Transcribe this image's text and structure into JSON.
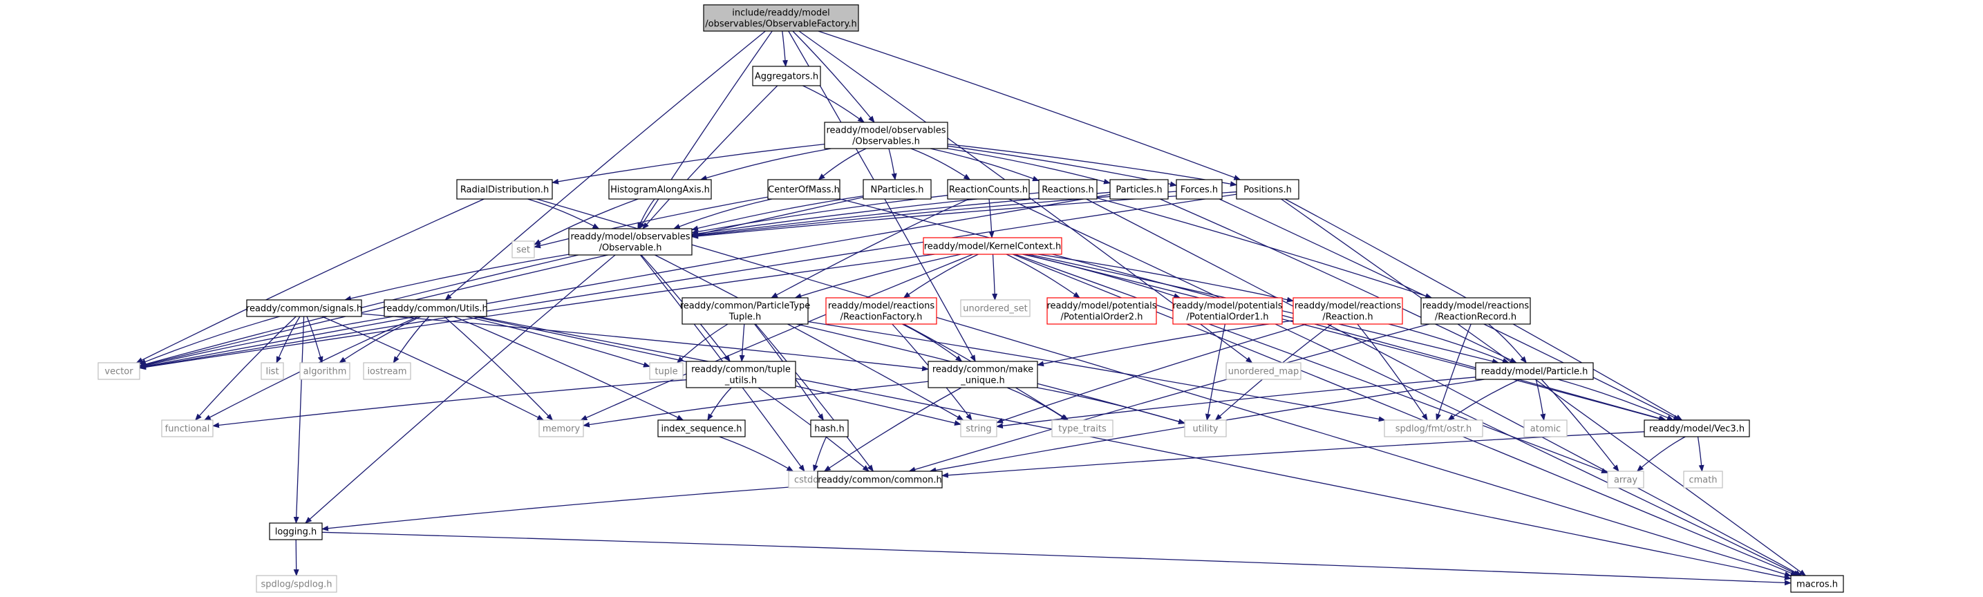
{
  "diagram": {
    "colors": {
      "edge": "#191970",
      "node_border": "#000000",
      "system_border": "#bfbfbf",
      "system_text": "#808080",
      "truncated_border": "#ff0000",
      "root_fill": "#bfbfbf",
      "node_fill": "#ffffff"
    },
    "nodes": [
      {
        "id": "root",
        "kind": "root",
        "lines": [
          "include/readdy/model",
          "/observables/ObservableFactory.h"
        ]
      },
      {
        "id": "aggregators",
        "kind": "normal",
        "lines": [
          "Aggregators.h"
        ]
      },
      {
        "id": "observables",
        "kind": "normal",
        "lines": [
          "readdy/model/observables",
          "/Observables.h"
        ]
      },
      {
        "id": "radialdist",
        "kind": "normal",
        "lines": [
          "RadialDistribution.h"
        ]
      },
      {
        "id": "histogram",
        "kind": "normal",
        "lines": [
          "HistogramAlongAxis.h"
        ]
      },
      {
        "id": "centerofmass",
        "kind": "normal",
        "lines": [
          "CenterOfMass.h"
        ]
      },
      {
        "id": "nparticles",
        "kind": "normal",
        "lines": [
          "NParticles.h"
        ]
      },
      {
        "id": "reactioncounts",
        "kind": "normal",
        "lines": [
          "ReactionCounts.h"
        ]
      },
      {
        "id": "reactions",
        "kind": "normal",
        "lines": [
          "Reactions.h"
        ]
      },
      {
        "id": "particles",
        "kind": "normal",
        "lines": [
          "Particles.h"
        ]
      },
      {
        "id": "forces",
        "kind": "normal",
        "lines": [
          "Forces.h"
        ]
      },
      {
        "id": "positions",
        "kind": "normal",
        "lines": [
          "Positions.h"
        ]
      },
      {
        "id": "observable",
        "kind": "normal",
        "lines": [
          "readdy/model/observables",
          "/Observable.h"
        ]
      },
      {
        "id": "set",
        "kind": "system",
        "lines": [
          "set"
        ]
      },
      {
        "id": "kernelcontext",
        "kind": "truncated",
        "lines": [
          "readdy/model/KernelContext.h"
        ]
      },
      {
        "id": "signals",
        "kind": "normal",
        "lines": [
          "readdy/common/signals.h"
        ]
      },
      {
        "id": "utils",
        "kind": "normal",
        "lines": [
          "readdy/common/Utils.h"
        ]
      },
      {
        "id": "particletypetuple",
        "kind": "normal",
        "lines": [
          "readdy/common/ParticleType",
          "Tuple.h"
        ]
      },
      {
        "id": "reactionfactory",
        "kind": "truncated",
        "lines": [
          "readdy/model/reactions",
          "/ReactionFactory.h"
        ]
      },
      {
        "id": "unordered_set",
        "kind": "system",
        "lines": [
          "unordered_set"
        ]
      },
      {
        "id": "potential2",
        "kind": "truncated",
        "lines": [
          "readdy/model/potentials",
          "/PotentialOrder2.h"
        ]
      },
      {
        "id": "potential1",
        "kind": "truncated",
        "lines": [
          "readdy/model/potentials",
          "/PotentialOrder1.h"
        ]
      },
      {
        "id": "reaction",
        "kind": "truncated",
        "lines": [
          "readdy/model/reactions",
          "/Reaction.h"
        ]
      },
      {
        "id": "reactionrecord",
        "kind": "normal",
        "lines": [
          "readdy/model/reactions",
          "/ReactionRecord.h"
        ]
      },
      {
        "id": "vector",
        "kind": "system",
        "lines": [
          "vector"
        ]
      },
      {
        "id": "list",
        "kind": "system",
        "lines": [
          "list"
        ]
      },
      {
        "id": "algorithm",
        "kind": "system",
        "lines": [
          "algorithm"
        ]
      },
      {
        "id": "iostream",
        "kind": "system",
        "lines": [
          "iostream"
        ]
      },
      {
        "id": "tuple",
        "kind": "system",
        "lines": [
          "tuple"
        ]
      },
      {
        "id": "make_unique",
        "kind": "normal",
        "lines": [
          "readdy/common/make",
          "_unique.h"
        ]
      },
      {
        "id": "tuple_utils",
        "kind": "normal",
        "lines": [
          "readdy/common/tuple",
          "_utils.h"
        ]
      },
      {
        "id": "unordered_map",
        "kind": "system",
        "lines": [
          "unordered_map"
        ]
      },
      {
        "id": "particle",
        "kind": "normal",
        "lines": [
          "readdy/model/Particle.h"
        ]
      },
      {
        "id": "functional",
        "kind": "system",
        "lines": [
          "functional"
        ]
      },
      {
        "id": "memory",
        "kind": "system",
        "lines": [
          "memory"
        ]
      },
      {
        "id": "index_sequence",
        "kind": "normal",
        "lines": [
          "index_sequence.h"
        ]
      },
      {
        "id": "hash",
        "kind": "normal",
        "lines": [
          "hash.h"
        ]
      },
      {
        "id": "string",
        "kind": "system",
        "lines": [
          "string"
        ]
      },
      {
        "id": "type_traits",
        "kind": "system",
        "lines": [
          "type_traits"
        ]
      },
      {
        "id": "utility",
        "kind": "system",
        "lines": [
          "utility"
        ]
      },
      {
        "id": "ostr",
        "kind": "system",
        "lines": [
          "spdlog/fmt/ostr.h"
        ]
      },
      {
        "id": "atomic",
        "kind": "system",
        "lines": [
          "atomic"
        ]
      },
      {
        "id": "vec3",
        "kind": "normal",
        "lines": [
          "readdy/model/Vec3.h"
        ]
      },
      {
        "id": "cstddef",
        "kind": "system",
        "lines": [
          "cstddef"
        ]
      },
      {
        "id": "common",
        "kind": "normal",
        "lines": [
          "readdy/common/common.h"
        ]
      },
      {
        "id": "array",
        "kind": "system",
        "lines": [
          "array"
        ]
      },
      {
        "id": "cmath",
        "kind": "system",
        "lines": [
          "cmath"
        ]
      },
      {
        "id": "logging",
        "kind": "normal",
        "lines": [
          "logging.h"
        ]
      },
      {
        "id": "spdlog",
        "kind": "system",
        "lines": [
          "spdlog/spdlog.h"
        ]
      },
      {
        "id": "macros",
        "kind": "normal",
        "lines": [
          "macros.h"
        ]
      }
    ],
    "edges": [
      [
        "root",
        "aggregators"
      ],
      [
        "root",
        "observables"
      ],
      [
        "root",
        "observable"
      ],
      [
        "root",
        "utils"
      ],
      [
        "root",
        "make_unique"
      ],
      [
        "root",
        "positions"
      ],
      [
        "root",
        "unordered_map"
      ],
      [
        "aggregators",
        "observables"
      ],
      [
        "aggregators",
        "observable"
      ],
      [
        "observables",
        "radialdist"
      ],
      [
        "observables",
        "histogram"
      ],
      [
        "observables",
        "centerofmass"
      ],
      [
        "observables",
        "nparticles"
      ],
      [
        "observables",
        "reactioncounts"
      ],
      [
        "observables",
        "reactions"
      ],
      [
        "observables",
        "particles"
      ],
      [
        "observables",
        "forces"
      ],
      [
        "observables",
        "positions"
      ],
      [
        "radialdist",
        "observable"
      ],
      [
        "radialdist",
        "vector"
      ],
      [
        "radialdist",
        "macros"
      ],
      [
        "histogram",
        "observable"
      ],
      [
        "histogram",
        "set"
      ],
      [
        "centerofmass",
        "observable"
      ],
      [
        "centerofmass",
        "set"
      ],
      [
        "centerofmass",
        "vec3"
      ],
      [
        "nparticles",
        "observable"
      ],
      [
        "nparticles",
        "vector"
      ],
      [
        "reactioncounts",
        "observable"
      ],
      [
        "reactioncounts",
        "kernelcontext"
      ],
      [
        "reactioncounts",
        "particletypetuple"
      ],
      [
        "reactioncounts",
        "macros"
      ],
      [
        "reactions",
        "observable"
      ],
      [
        "reactions",
        "reactionrecord"
      ],
      [
        "reactions",
        "macros"
      ],
      [
        "particles",
        "observable"
      ],
      [
        "particles",
        "vector"
      ],
      [
        "particles",
        "particle"
      ],
      [
        "forces",
        "observable"
      ],
      [
        "forces",
        "vec3"
      ],
      [
        "positions",
        "observable"
      ],
      [
        "positions",
        "vector"
      ],
      [
        "positions",
        "vec3"
      ],
      [
        "positions",
        "macros"
      ],
      [
        "observable",
        "signals"
      ],
      [
        "observable",
        "vector"
      ],
      [
        "observable",
        "logging"
      ],
      [
        "observable",
        "string"
      ],
      [
        "observable",
        "tuple_utils"
      ],
      [
        "observable",
        "cstddef"
      ],
      [
        "kernelcontext",
        "particletypetuple"
      ],
      [
        "kernelcontext",
        "reactionfactory"
      ],
      [
        "kernelcontext",
        "unordered_set"
      ],
      [
        "kernelcontext",
        "potential2"
      ],
      [
        "kernelcontext",
        "potential1"
      ],
      [
        "kernelcontext",
        "reaction"
      ],
      [
        "kernelcontext",
        "vector"
      ],
      [
        "kernelcontext",
        "memory"
      ],
      [
        "kernelcontext",
        "particle"
      ],
      [
        "kernelcontext",
        "vec3"
      ],
      [
        "kernelcontext",
        "array"
      ],
      [
        "kernelcontext",
        "macros"
      ],
      [
        "signals",
        "vector"
      ],
      [
        "signals",
        "list"
      ],
      [
        "signals",
        "algorithm"
      ],
      [
        "signals",
        "functional"
      ],
      [
        "signals",
        "memory"
      ],
      [
        "signals",
        "logging"
      ],
      [
        "signals",
        "make_unique"
      ],
      [
        "utils",
        "vector"
      ],
      [
        "utils",
        "algorithm"
      ],
      [
        "utils",
        "iostream"
      ],
      [
        "utils",
        "tuple"
      ],
      [
        "utils",
        "functional"
      ],
      [
        "utils",
        "memory"
      ],
      [
        "utils",
        "index_sequence"
      ],
      [
        "utils",
        "string"
      ],
      [
        "utils",
        "macros"
      ],
      [
        "particletypetuple",
        "tuple"
      ],
      [
        "particletypetuple",
        "tuple_utils"
      ],
      [
        "particletypetuple",
        "hash"
      ],
      [
        "particletypetuple",
        "common"
      ],
      [
        "particletypetuple",
        "utility"
      ],
      [
        "particletypetuple",
        "ostr"
      ],
      [
        "reactionfactory",
        "make_unique"
      ],
      [
        "reactionfactory",
        "string"
      ],
      [
        "reactionfactory",
        "type_traits"
      ],
      [
        "potential1",
        "utility"
      ],
      [
        "reaction",
        "make_unique"
      ],
      [
        "reaction",
        "particle"
      ],
      [
        "reaction",
        "string"
      ],
      [
        "reaction",
        "ostr"
      ],
      [
        "reaction",
        "utility"
      ],
      [
        "reactionrecord",
        "particle"
      ],
      [
        "reactionrecord",
        "ostr"
      ],
      [
        "reactionrecord",
        "common"
      ],
      [
        "make_unique",
        "memory"
      ],
      [
        "make_unique",
        "utility"
      ],
      [
        "make_unique",
        "type_traits"
      ],
      [
        "make_unique",
        "cstddef"
      ],
      [
        "tuple_utils",
        "functional"
      ],
      [
        "tuple_utils",
        "index_sequence"
      ],
      [
        "tuple_utils",
        "common"
      ],
      [
        "particle",
        "string"
      ],
      [
        "particle",
        "atomic"
      ],
      [
        "particle",
        "array"
      ],
      [
        "particle",
        "vec3"
      ],
      [
        "particle",
        "ostr"
      ],
      [
        "particle",
        "common"
      ],
      [
        "index_sequence",
        "cstddef"
      ],
      [
        "hash",
        "cstddef"
      ],
      [
        "vec3",
        "array"
      ],
      [
        "vec3",
        "cmath"
      ],
      [
        "vec3",
        "common"
      ],
      [
        "common",
        "logging"
      ],
      [
        "logging",
        "spdlog"
      ],
      [
        "logging",
        "macros"
      ]
    ]
  }
}
